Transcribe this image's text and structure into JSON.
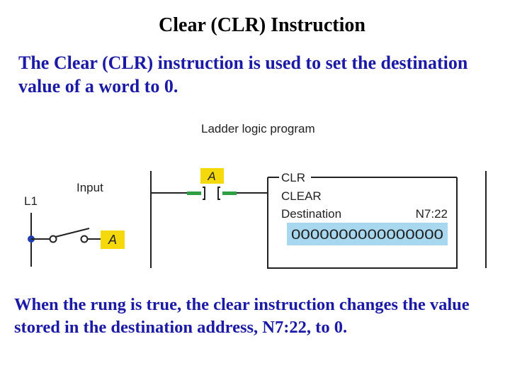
{
  "title": "Clear (CLR) Instruction",
  "intro": "The Clear (CLR) instruction is used to set the destination value of a word to 0.",
  "diagram": {
    "heading": "Ladder logic program",
    "input_label": "Input",
    "line_label": "L1",
    "switch_tag": "A",
    "contact_tag": "A",
    "instruction": {
      "mnemonic": "CLR",
      "name": "CLEAR",
      "destination_label": "Destination",
      "destination_address": "N7:22",
      "value": "0000000000000000"
    },
    "colors": {
      "tag_fill": "#f5d90a",
      "contact_bar": "#2ea043",
      "value_highlight": "#a8d8f0",
      "switch_dot": "#1f3fb0"
    }
  },
  "conclusion": "When the rung is true, the clear instruction changes the value stored in the destination address, N7:22, to 0."
}
